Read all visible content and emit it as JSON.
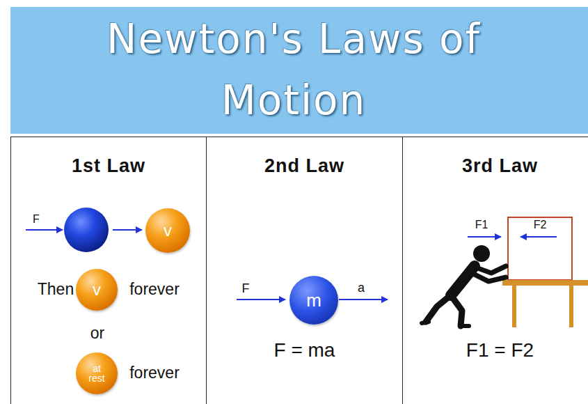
{
  "diagram": {
    "title": "Newton's Laws of Motion",
    "nodes": [
      {
        "text": [
          "1st Law"
        ]
      },
      {
        "text": [
          "v"
        ],
        "in": 0
      },
      {
        "text": [
          "v"
        ],
        "in": 0
      },
      {
        "text": [
          "at rest"
        ],
        "in": 0
      },
      {
        "text": [
          "2nd Law",
          "F = ma"
        ]
      },
      {
        "text": [
          "m"
        ],
        "in": 4
      },
      {
        "text": [
          "3rd Law",
          "F1 = F2"
        ]
      }
    ],
    "labels": [
      "F",
      "Then",
      "forever",
      "or",
      "forever",
      "F",
      "a",
      "F1",
      "F2"
    ]
  }
}
